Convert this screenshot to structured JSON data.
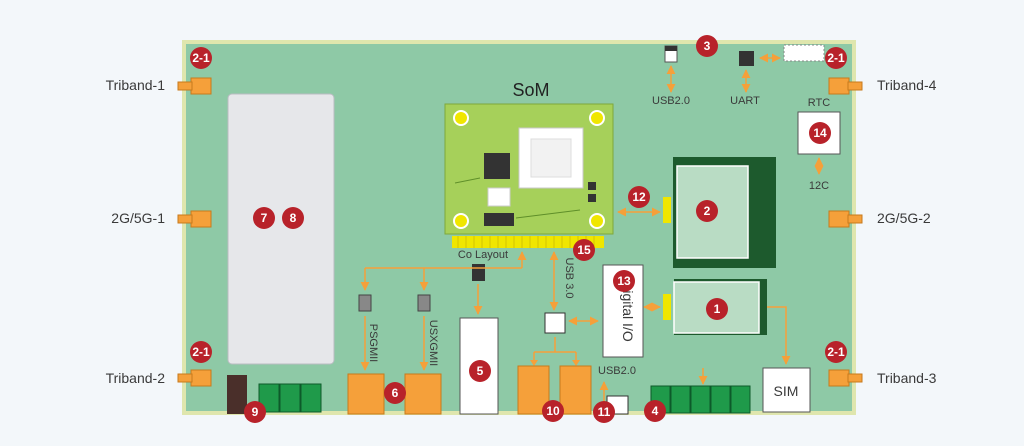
{
  "title": "SoM",
  "antennas": {
    "triband_1": "Triband-1",
    "triband_2": "Triband-2",
    "triband_3": "Triband-3",
    "triband_4": "Triband-4",
    "g25_1": "2G/5G-1",
    "g25_2": "2G/5G-2"
  },
  "labels": {
    "usb20_top": "USB2.0",
    "uart": "UART",
    "rtc": "RTC",
    "i2c": "12C",
    "co_layout": "Co Layout",
    "usb30": "USB 3.0",
    "psgmii": "PSGMII",
    "usxgmii": "USXGMII",
    "digital_io": "Digital I/O",
    "usb20_bottom": "USB2.0",
    "sim": "SIM"
  },
  "badges": {
    "b21a": "2-1",
    "b21b": "2-1",
    "b21c": "2-1",
    "b21d": "2-1",
    "b1": "1",
    "b2": "2",
    "b3": "3",
    "b4": "4",
    "b5": "5",
    "b6": "6",
    "b7": "7",
    "b8": "8",
    "b9": "9",
    "b10": "10",
    "b11": "11",
    "b12": "12",
    "b13": "13",
    "b14": "14",
    "b15": "15"
  },
  "colors": {
    "board": "#8ec9a6",
    "board_border": "#dfe6ad",
    "badge": "#b8222a",
    "connector": "#f5a03a",
    "arrow": "#f5a03a",
    "header": "#f0e600",
    "som": "#a6d05a",
    "dark_green": "#1d5a2d",
    "terminal": "#1f9a4a"
  }
}
